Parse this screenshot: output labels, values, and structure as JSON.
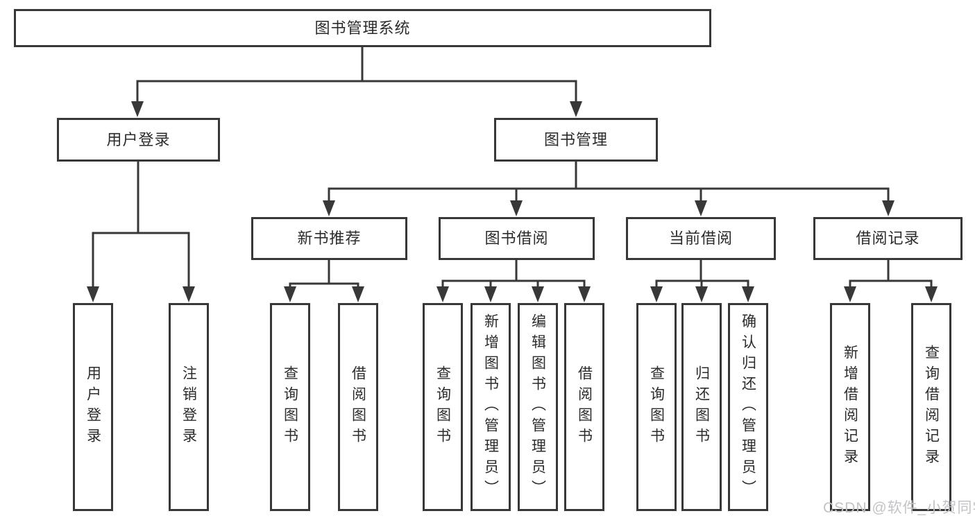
{
  "diagram": {
    "type": "tree",
    "tree": {
      "label": "图书管理系统",
      "children": [
        {
          "label": "用户登录",
          "children": [
            {
              "label": "用户登录"
            },
            {
              "label": "注销登录"
            }
          ]
        },
        {
          "label": "图书管理",
          "children": [
            {
              "label": "新书推荐",
              "children": [
                {
                  "label": "查询图书"
                },
                {
                  "label": "借阅图书"
                }
              ]
            },
            {
              "label": "图书借阅",
              "children": [
                {
                  "label": "查询图书"
                },
                {
                  "label": "新增图书（管理员）"
                },
                {
                  "label": "编辑图书（管理员）"
                },
                {
                  "label": "借阅图书"
                }
              ]
            },
            {
              "label": "当前借阅",
              "children": [
                {
                  "label": "查询图书"
                },
                {
                  "label": "归还图书"
                },
                {
                  "label": "确认归还（管理员）"
                }
              ]
            },
            {
              "label": "借阅记录",
              "children": [
                {
                  "label": "新增借阅记录"
                },
                {
                  "label": "查询借阅记录"
                }
              ]
            }
          ]
        }
      ]
    }
  },
  "watermark": {
    "text": "CSDN @软件_小贺同学"
  },
  "colors": {
    "line": "#383838",
    "box_border": "#383838",
    "text": "#2b2b2b",
    "watermark": "#c3c3c7",
    "background": "#ffffff"
  }
}
